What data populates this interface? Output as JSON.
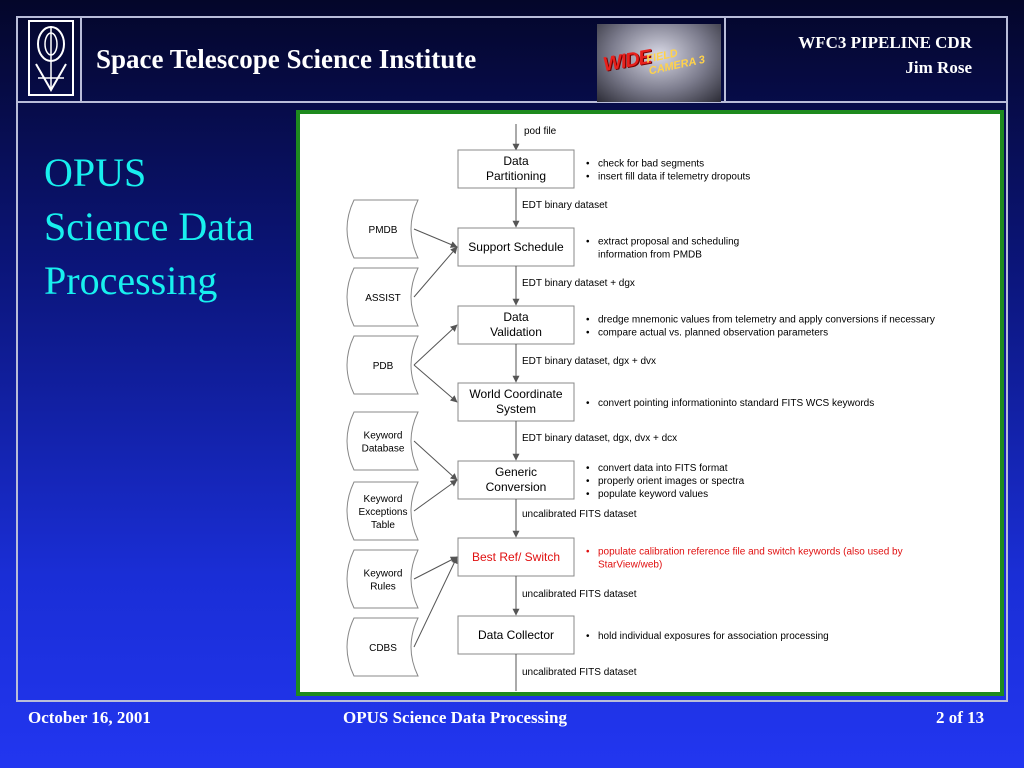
{
  "header": {
    "institute": "Space Telescope Science Institute",
    "right_line1": "WFC3 PIPELINE CDR",
    "right_line2": "Jim Rose",
    "badge_word": "WIDE",
    "badge_sub": "FIELD CAMERA 3"
  },
  "slide": {
    "title_lines": [
      "OPUS",
      "Science Data",
      "Processing"
    ]
  },
  "diagram": {
    "top_label": "pod file",
    "processes": [
      {
        "lines": [
          "Data",
          "Partitioning"
        ],
        "bullets": [
          "check for bad segments",
          "insert fill data if telemetry dropouts"
        ],
        "highlight": false
      },
      {
        "lines": [
          "Support Schedule"
        ],
        "bullets": [
          "extract proposal and scheduling|information from PMDB"
        ],
        "highlight": false
      },
      {
        "lines": [
          "Data",
          "Validation"
        ],
        "bullets": [
          "dredge mnemonic values from telemetry and apply conversions if necessary",
          "compare actual vs. planned observation parameters"
        ],
        "highlight": false
      },
      {
        "lines": [
          "World Coordinate",
          "System"
        ],
        "bullets": [
          "convert pointing informationinto standard FITS WCS keywords"
        ],
        "highlight": false
      },
      {
        "lines": [
          "Generic",
          "Conversion"
        ],
        "bullets": [
          "convert data into FITS format",
          "properly orient images or spectra",
          "populate keyword values"
        ],
        "highlight": false
      },
      {
        "lines": [
          "Best Ref/ Switch"
        ],
        "bullets": [
          "populate calibration reference file and switch keywords (also used by|StarView/web)"
        ],
        "highlight": true
      },
      {
        "lines": [
          "Data Collector"
        ],
        "bullets": [
          "hold individual exposures for association processing"
        ],
        "highlight": false
      }
    ],
    "flow_labels": [
      "EDT binary dataset",
      "EDT binary dataset + dgx",
      "EDT binary dataset, dgx + dvx",
      "EDT binary dataset, dgx, dvx + dcx",
      "uncalibrated FITS dataset",
      "uncalibrated FITS dataset",
      "uncalibrated FITS dataset"
    ],
    "stores": [
      {
        "lines": [
          "PMDB"
        ],
        "targets": [
          1
        ]
      },
      {
        "lines": [
          "ASSIST"
        ],
        "targets": [
          1
        ]
      },
      {
        "lines": [
          "PDB"
        ],
        "targets": [
          2,
          3
        ]
      },
      {
        "lines": [
          "Keyword",
          "Database"
        ],
        "targets": [
          4
        ]
      },
      {
        "lines": [
          "Keyword",
          "Exceptions",
          "Table"
        ],
        "targets": [
          4
        ]
      },
      {
        "lines": [
          "Keyword",
          "Rules"
        ],
        "targets": [
          5
        ]
      },
      {
        "lines": [
          "CDBS"
        ],
        "targets": [
          5
        ]
      }
    ],
    "colors": {
      "highlight": "#e01010",
      "border": "#1e8a1e",
      "line": "#555555"
    }
  },
  "footer": {
    "date": "October 16, 2001",
    "title": "OPUS Science Data Processing",
    "page": "2 of 13"
  }
}
